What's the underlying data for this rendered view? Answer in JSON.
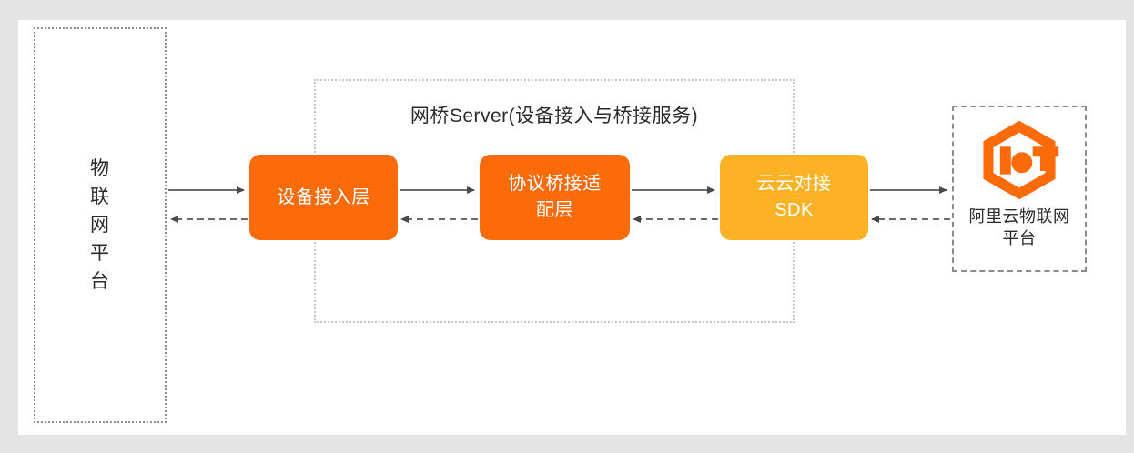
{
  "diagram": {
    "title": "网桥Server(设备接入与桥接服务)",
    "left_platform": {
      "label": "物\n联\n网\n平\n台"
    },
    "bridge_boxes": [
      {
        "name": "device-access-layer",
        "label": "设备接入层",
        "color": "#fb6b0a"
      },
      {
        "name": "protocol-bridge-adaptation-layer",
        "label": "协议桥接适\n配层",
        "color": "#fb6b0a"
      },
      {
        "name": "cloud-to-cloud-sdk",
        "label": "云云对接\nSDK",
        "color": "#fbb325"
      }
    ],
    "right_platform": {
      "label": "阿里云物联网\n平台",
      "logo_name": "alibaba-cloud-iot-logo",
      "logo_color": "#fb6b0a"
    },
    "connectors": [
      {
        "name": "left-platform-to-device-access",
        "style": "solid",
        "direction": "right"
      },
      {
        "name": "device-access-to-left-platform",
        "style": "dashed",
        "direction": "left"
      },
      {
        "name": "device-access-to-protocol-bridge",
        "style": "solid",
        "direction": "right"
      },
      {
        "name": "protocol-bridge-to-device-access",
        "style": "dashed",
        "direction": "left"
      },
      {
        "name": "protocol-bridge-to-cloud-sdk",
        "style": "solid",
        "direction": "right"
      },
      {
        "name": "cloud-sdk-to-protocol-bridge",
        "style": "dashed",
        "direction": "left"
      },
      {
        "name": "cloud-sdk-to-right-platform",
        "style": "solid",
        "direction": "right"
      },
      {
        "name": "right-platform-to-cloud-sdk",
        "style": "dashed",
        "direction": "left"
      }
    ],
    "colors": {
      "page_background": "#e4e4e4",
      "canvas_background": "#ffffff",
      "orange": "#fb6b0a",
      "amber": "#fbb325",
      "connector": "#6b6b6b",
      "dotted_border": "#8c8c8c",
      "container_border": "#c8c8c8",
      "text": "#2b2b2b"
    }
  }
}
